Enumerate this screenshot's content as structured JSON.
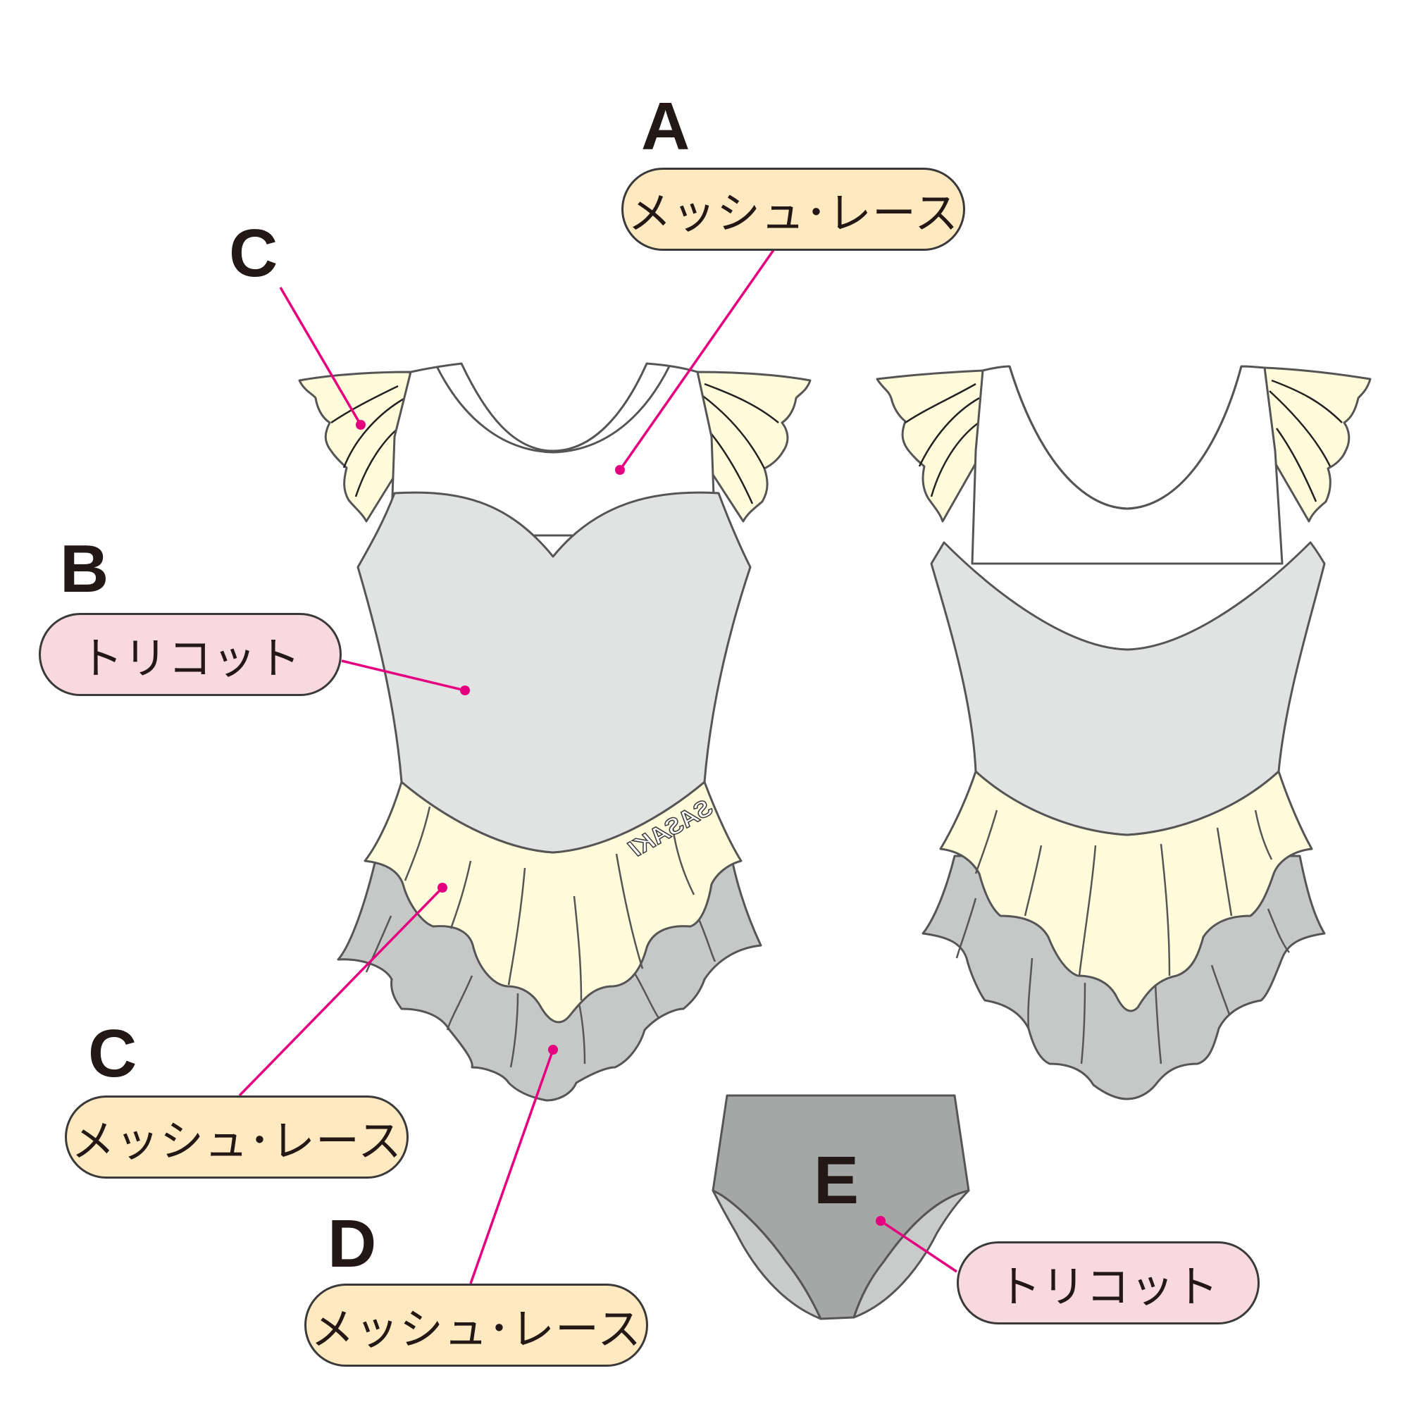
{
  "colors": {
    "mesh_white": "#ffffff",
    "mesh_cream": "#fffbdb",
    "tricot_light": "#e1e3e3",
    "skirt_gray": "#c6c8c8",
    "brief_gray": "#a5a7a7",
    "brief_inner": "#c9caca",
    "outline": "#555555",
    "leader": "#e4007f",
    "mesh_label_bg": "#ffe9c0",
    "tricot_label_bg": "#f9d9e0",
    "text": "#231815"
  },
  "labels": {
    "A": {
      "letter": "A",
      "material": "メッシュ･レース"
    },
    "B": {
      "letter": "B",
      "material": "トリコット"
    },
    "C_top": {
      "letter": "C"
    },
    "C_bottom": {
      "letter": "C",
      "material": "メッシュ･レース"
    },
    "D": {
      "letter": "D",
      "material": "メッシュ･レース"
    },
    "E": {
      "letter": "E",
      "material": "トリコット"
    }
  },
  "logo": {
    "text": "SASAKI"
  }
}
